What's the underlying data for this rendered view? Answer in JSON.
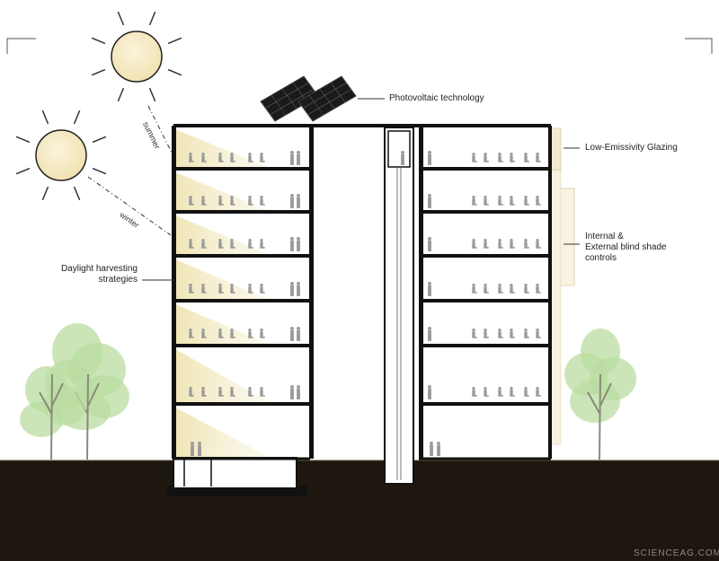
{
  "labels": {
    "photovoltaic": "Photovoltaic technology",
    "low_e_glazing": "Low-Emissivity Glazing",
    "blind_line1": "Internal &",
    "blind_line2": "External blind shade",
    "blind_line3": "controls",
    "daylight_line1": "Daylight harvesting",
    "daylight_line2": "strategies",
    "summer": "summer",
    "winter": "winter"
  },
  "watermark": "SCIENCEAG.COM",
  "colors": {
    "ground": "#1e1710",
    "structure": "#111111",
    "sun_fill": "#f7ecc7",
    "daylight": "#f3ecc4",
    "glazing": "#f4ead0",
    "tree_green": "#b9dca0",
    "people": "#9a9a9a"
  },
  "icons": [
    "sun-icon",
    "solar-panel-icon",
    "tree-icon",
    "person-icon"
  ]
}
